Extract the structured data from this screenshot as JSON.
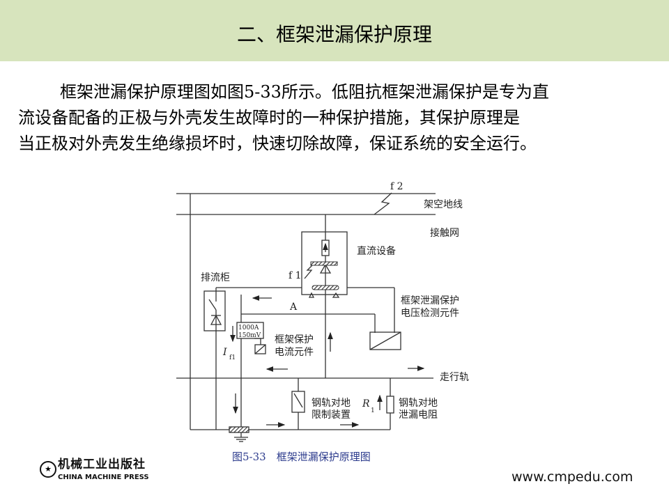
{
  "slide": {
    "title": "二、框架泄漏保护原理",
    "paragraph_lines": [
      "框架泄漏保护原理图如图5-33所示。低阻抗框架泄漏保护是专为直",
      "流设备配备的正极与外壳发生故障时的一种保护措施，其保护原理是",
      "当正极对外壳发生绝缘损坏时，快速切除故障，保证系统的安全运行。"
    ]
  },
  "diagram": {
    "labels": {
      "f2": "f 2",
      "overhead_ground": "架空地线",
      "catenary": "接触网",
      "dc_equipment": "直流设备",
      "f1": "f 1",
      "drain_cabinet": "排流柜",
      "A": "A",
      "voltage_element_1": "框架泄漏保护",
      "voltage_element_2": "电压检测元件",
      "shunt_1": "1000A",
      "shunt_2": "150mV",
      "current_element_1": "框架保护",
      "current_element_2": "电流元件",
      "if1": "I",
      "if1_sub": "f1",
      "running_rail": "走行轨",
      "limiter_1": "钢轨对地",
      "limiter_2": "限制装置",
      "r1": "R",
      "r1_sub": "1",
      "leak_res_1": "钢轨对地",
      "leak_res_2": "泄漏电阻"
    },
    "caption": "图5-33　框架泄漏保护原理图"
  },
  "footer": {
    "publisher_cn": "机械工业出版社",
    "publisher_en": "CHINA MACHINE PRESS",
    "url": "www.cmpedu.com"
  }
}
